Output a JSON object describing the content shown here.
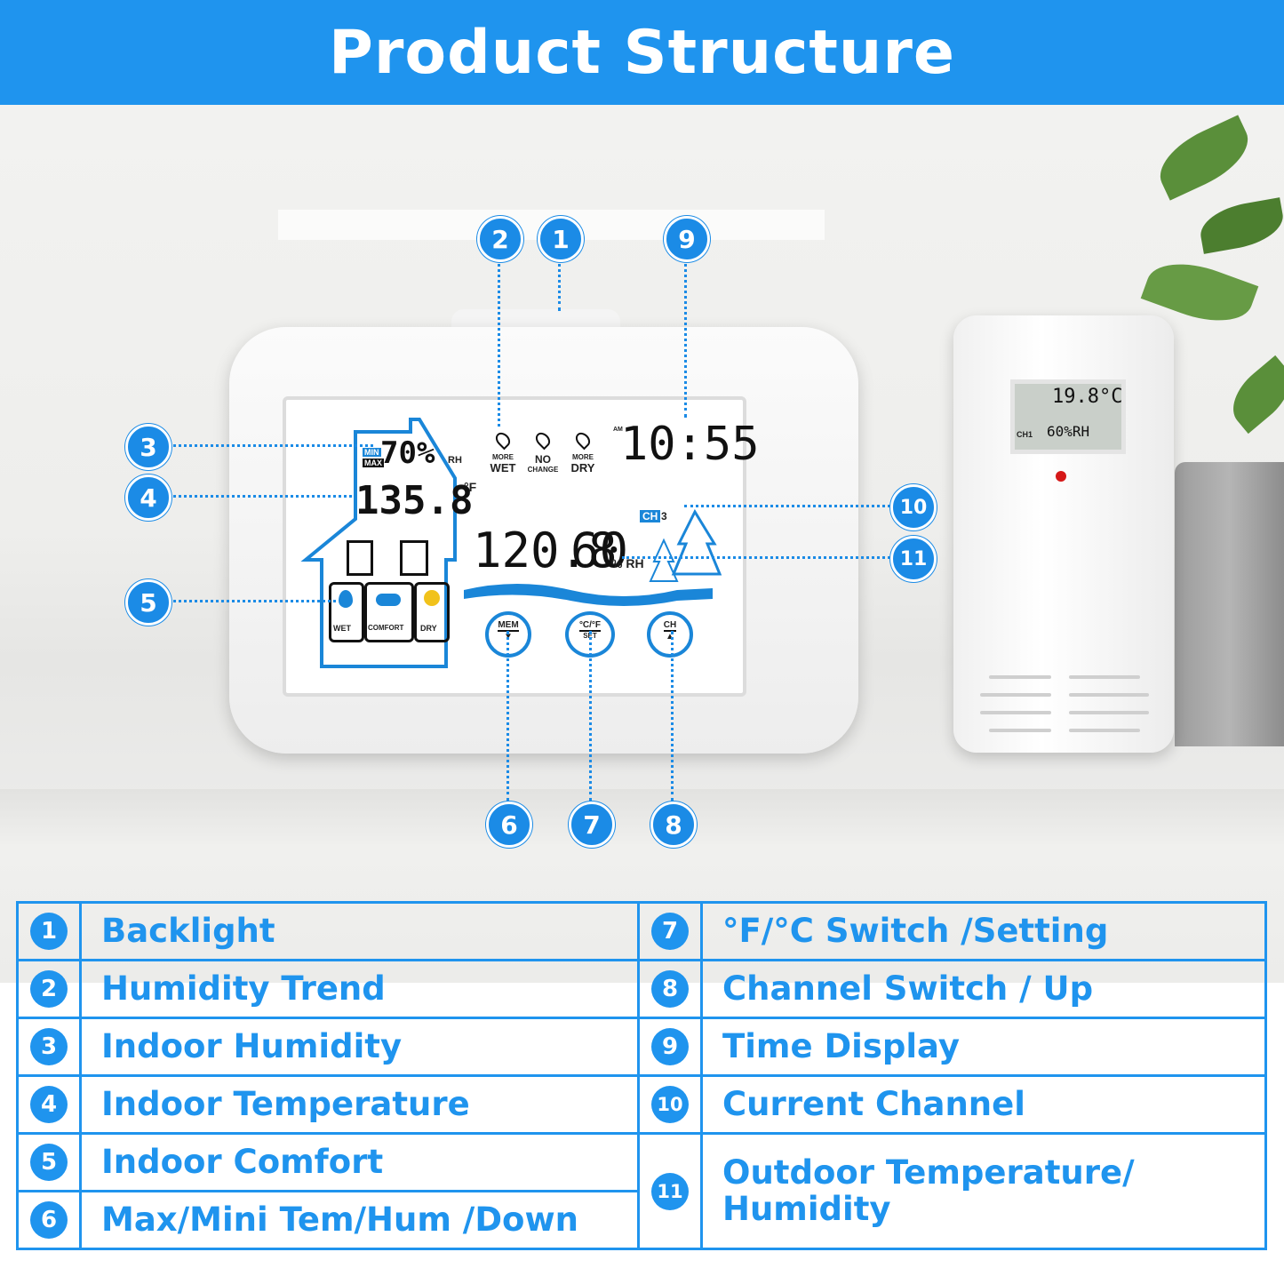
{
  "banner": {
    "title": "Product Structure"
  },
  "console_display": {
    "indoor_humidity": "70%",
    "indoor_humidity_unit": "RH",
    "min_label": "MIN",
    "max_label": "MAX",
    "indoor_temperature": "135.8",
    "temp_unit": "°F",
    "trend_labels": [
      {
        "top": "MORE",
        "main": "WET"
      },
      {
        "top": "NO",
        "main": "CHANGE"
      },
      {
        "top": "MORE",
        "main": "DRY"
      }
    ],
    "am_label": "AM",
    "time": "10:55",
    "channel_label": "CH",
    "channel_number": "3",
    "outdoor_temperature": "120.8",
    "outdoor_humidity": "60",
    "outdoor_humidity_unit": "% RH",
    "comfort_labels": [
      "WET",
      "COMFORT",
      "DRY"
    ],
    "buttons": [
      {
        "top": "MEM",
        "bottom": "▼"
      },
      {
        "top": "°C/°F",
        "bottom": "SET"
      },
      {
        "top": "CH",
        "bottom": "▲"
      }
    ]
  },
  "sensor_display": {
    "temperature": "19.8°C",
    "humidity": "60%RH",
    "channel": "CH1"
  },
  "callouts": [
    "1",
    "2",
    "3",
    "4",
    "5",
    "6",
    "7",
    "8",
    "9",
    "10",
    "11"
  ],
  "legend": {
    "left": [
      {
        "num": "1",
        "label": "Backlight"
      },
      {
        "num": "2",
        "label": "Humidity Trend"
      },
      {
        "num": "3",
        "label": "Indoor Humidity"
      },
      {
        "num": "4",
        "label": "Indoor Temperature"
      },
      {
        "num": "5",
        "label": "Indoor Comfort"
      },
      {
        "num": "6",
        "label": "Max/Mini Tem/Hum /Down"
      }
    ],
    "right": [
      {
        "num": "7",
        "label": "°F/°C Switch /Setting"
      },
      {
        "num": "8",
        "label": "Channel Switch / Up"
      },
      {
        "num": "9",
        "label": "Time Display"
      },
      {
        "num": "10",
        "label": "Current Channel"
      },
      {
        "num": "11",
        "label": "Outdoor Temperature/ Humidity"
      }
    ]
  },
  "colors": {
    "accent": "#1f94ee",
    "lcd_blue": "#1a86d8"
  }
}
